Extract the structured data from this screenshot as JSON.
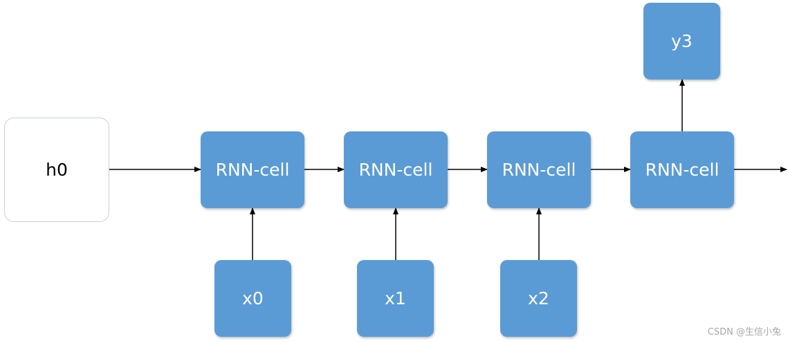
{
  "colors": {
    "node_fill": "#5b9bd5",
    "arrow": "#000000",
    "initial_border": "#c9ced8"
  },
  "initial_state": {
    "label": "h0"
  },
  "cells": [
    {
      "label": "RNN-cell"
    },
    {
      "label": "RNN-cell"
    },
    {
      "label": "RNN-cell"
    },
    {
      "label": "RNN-cell"
    }
  ],
  "inputs": [
    {
      "label": "x0"
    },
    {
      "label": "x1"
    },
    {
      "label": "x2"
    }
  ],
  "output": {
    "label": "y3"
  },
  "watermark": "CSDN @生信小兔"
}
